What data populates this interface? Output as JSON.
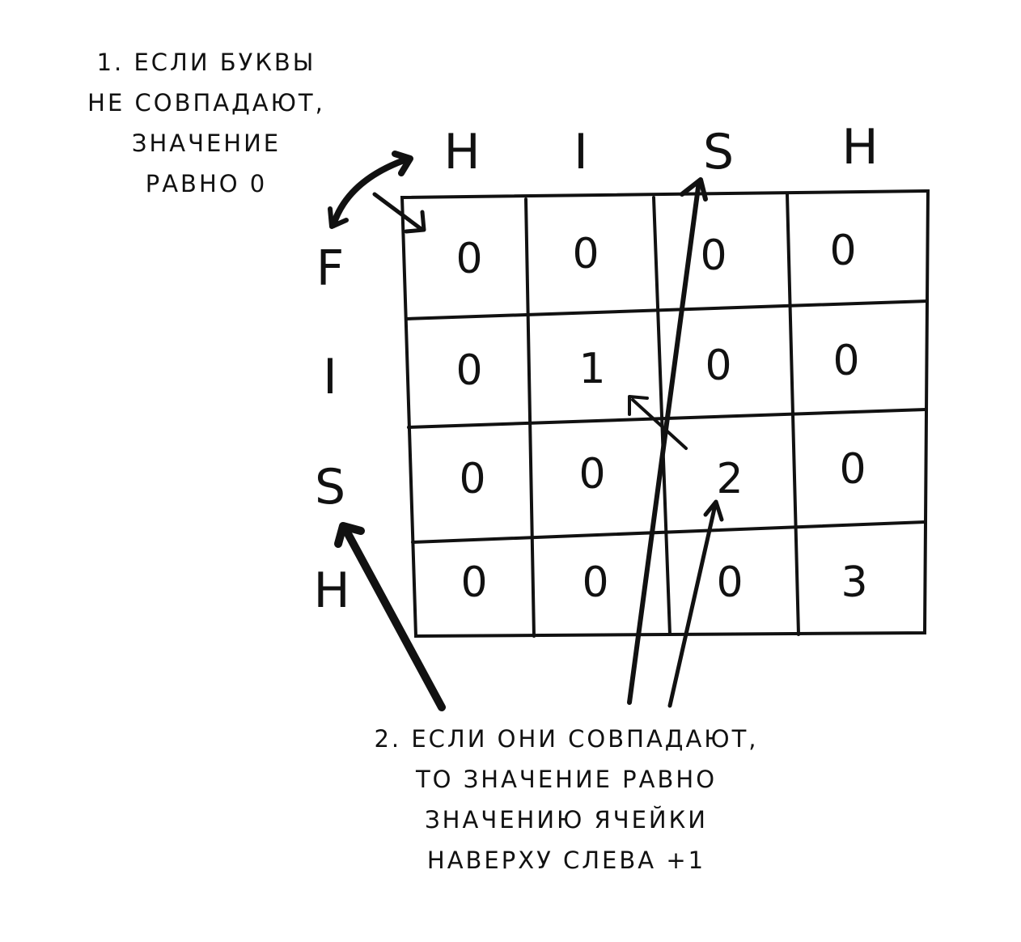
{
  "notes": {
    "rule1": [
      "1. ЕСЛИ БУКВЫ",
      "НЕ СОВПАДАЮТ,",
      "ЗНАЧЕНИЕ",
      "РАВНО 0"
    ],
    "rule2": [
      "2. ЕСЛИ ОНИ СОВПАДАЮТ,",
      "ТО ЗНАЧЕНИЕ РАВНО",
      "ЗНАЧЕНИЮ ЯЧЕЙКИ",
      "НАВЕРХУ СЛЕВА +1"
    ]
  },
  "grid": {
    "columns": [
      "H",
      "I",
      "S",
      "H"
    ],
    "rows": [
      "F",
      "I",
      "S",
      "H"
    ],
    "cells": [
      [
        "0",
        "0",
        "0",
        "0"
      ],
      [
        "0",
        "1",
        "0",
        "0"
      ],
      [
        "0",
        "0",
        "2",
        "0"
      ],
      [
        "0",
        "0",
        "0",
        "3"
      ]
    ]
  }
}
